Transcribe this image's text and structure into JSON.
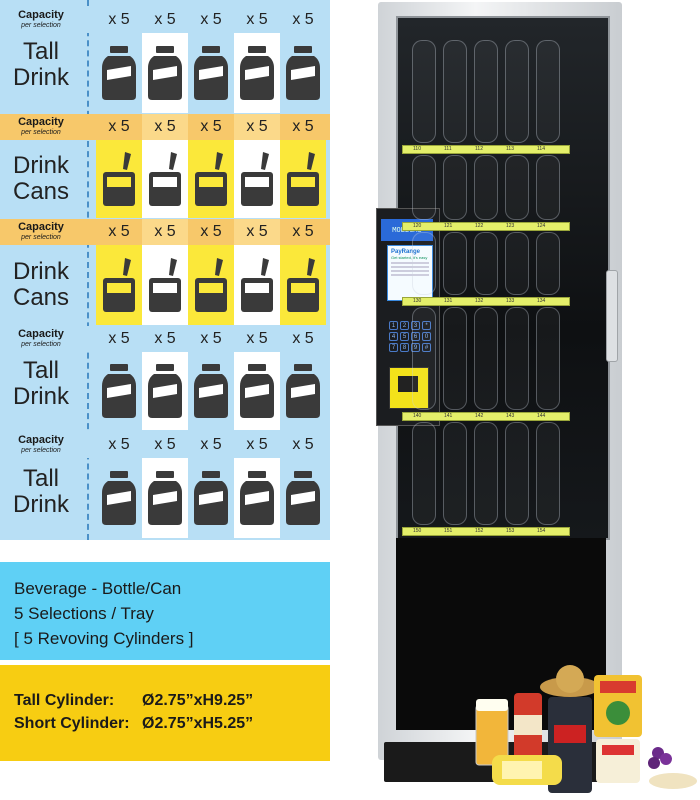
{
  "chart": {
    "cap_label_main": "Capacity",
    "cap_label_sub": "per selection",
    "cap_value": "x 5",
    "rows": [
      {
        "label_lines": [
          "Tall",
          "Drink"
        ],
        "type": "bottle"
      },
      {
        "label_lines": [
          "Drink",
          "Cans"
        ],
        "type": "can"
      },
      {
        "label_lines": [
          "Drink",
          "Cans"
        ],
        "type": "can"
      },
      {
        "label_lines": [
          "Tall",
          "Drink"
        ],
        "type": "bottle"
      },
      {
        "label_lines": [
          "Tall",
          "Drink"
        ],
        "type": "bottle"
      }
    ]
  },
  "info": {
    "line1": "Beverage - Bottle/Can",
    "line2": "5 Selections / Tray",
    "line3": "[ 5 Revoving Cylinders ]",
    "tall_key": "Tall Cylinder:",
    "tall_val": "Ø2.75”xH9.25”",
    "short_key": "Short Cylinder:",
    "short_val": "Ø2.75”xH5.25”"
  },
  "machine": {
    "screen_text": "MOLECAS",
    "pay_brand": "PayRange",
    "pay_tagline": "Get started, it's easy",
    "keypad": [
      "1",
      "2",
      "3",
      "*",
      "4",
      "5",
      "6",
      "0",
      "7",
      "8",
      "9",
      "#"
    ],
    "shelf_labels": [
      [
        "110",
        "111",
        "112",
        "113",
        "114"
      ],
      [
        "120",
        "121",
        "122",
        "123",
        "124"
      ],
      [
        "130",
        "131",
        "132",
        "133",
        "134"
      ],
      [
        "140",
        "141",
        "142",
        "143",
        "144"
      ],
      [
        "150",
        "151",
        "152",
        "153",
        "154"
      ]
    ]
  },
  "colors": {
    "chart_bg": "#b8dff5",
    "capacity_bar_blue": "#b8dff5",
    "capacity_bar_orange": "#f7c86a",
    "can_highlight": "#fbe83a",
    "info_blue": "#5fd0f5",
    "info_yellow": "#f7cd12",
    "shelf_label": "#e4ef6a"
  },
  "icons": [
    "bottle-icon",
    "can-icon"
  ]
}
